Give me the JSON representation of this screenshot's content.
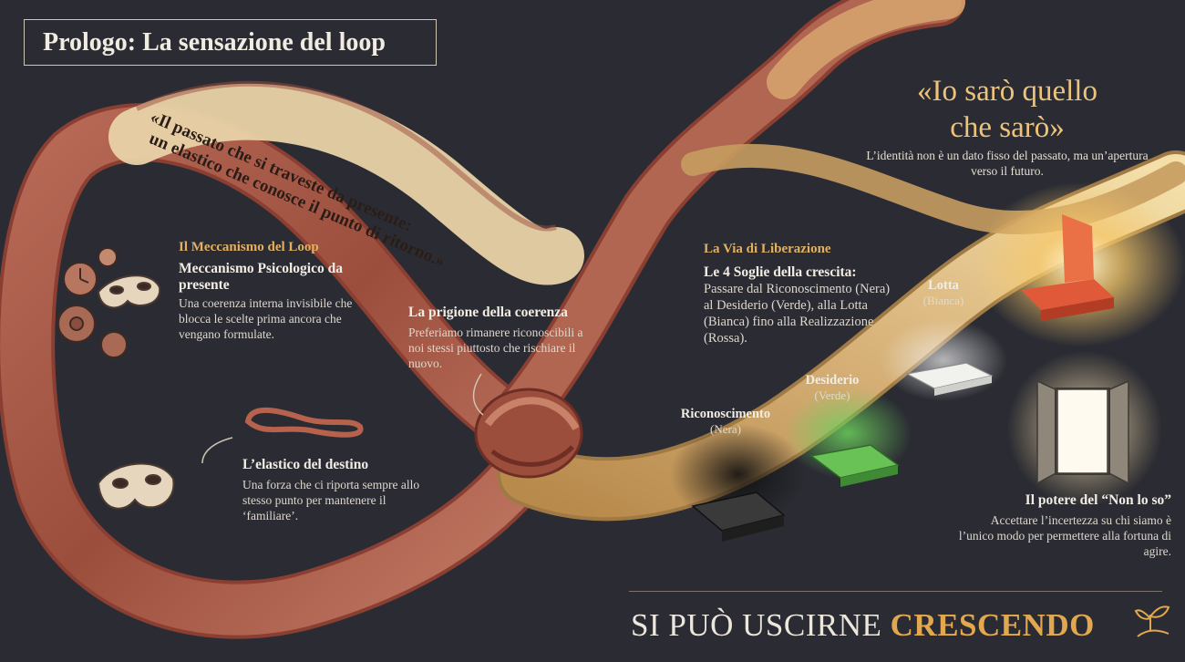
{
  "title": "Prologo: La sensazione del loop",
  "ribbon_quote_line1": "«Il passato che si traveste da presente:",
  "ribbon_quote_line2": "un elastico che conosce il punto di ritorno.»",
  "loop_mechanism": {
    "heading": "Il Meccanismo del Loop",
    "subheading": "Meccanismo Psicologico da presente",
    "body": "Una coerenza interna invisibile che blocca le scelte prima ancora che vengano formulate."
  },
  "prison": {
    "heading": "La prigione della coerenza",
    "body": "Preferiamo rimanere riconoscibili a noi stessi piuttosto che rischiare il nuovo."
  },
  "elastic": {
    "heading": "L’elastico del destino",
    "body": "Una forza che ci riporta sempre allo stesso punto per mantenere il ‘familiare’."
  },
  "liberation": {
    "heading": "La Via di Liberazione",
    "subheading": "Le 4 Soglie della crescita:",
    "body": "Passare dal Riconoscimento (Nera) al Desiderio (Verde), alla Lotta (Bianca) fino alla Realizzazione (Rossa)."
  },
  "identity": {
    "quote_line1": "«Io sarò quello",
    "quote_line2": "che sarò»",
    "body": "L’identità non è un dato fisso del passato, ma un’apertura verso il futuro."
  },
  "steps": [
    {
      "label": "Riconoscimento",
      "color_name": "(Nera)",
      "color": "#2e2e2e"
    },
    {
      "label": "Desiderio",
      "color_name": "(Verde)",
      "color": "#5fb85a"
    },
    {
      "label": "Lotta",
      "color_name": "(Bianca)",
      "color": "#eeeeee"
    }
  ],
  "not_knowing": {
    "heading": "Il potere del “Non lo so”",
    "body": "Accettare l’incertezza su chi siamo è l’unico modo per permettere alla fortuna di agire."
  },
  "footer": {
    "text": "SI PUÒ USCIRNE",
    "accent": "CRESCENDO",
    "accent_color": "#e2a850"
  },
  "icons": [
    "clock-gears-icon",
    "mask-icon",
    "rubber-band-icon",
    "open-door-icon",
    "sprout-hand-icon"
  ]
}
